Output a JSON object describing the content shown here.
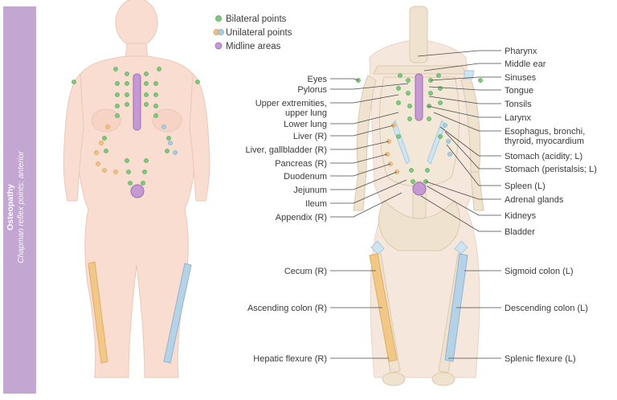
{
  "sidebar": {
    "title": "Osteopathy",
    "subtitle": "Chapman reflex points: anterior"
  },
  "legend": [
    {
      "label": "Bilateral points",
      "color": "#7ec87e"
    },
    {
      "label": "Unilateral points",
      "color": "#f0c080"
    },
    {
      "label": "Midline areas",
      "color": "#b07cc0"
    }
  ],
  "colors": {
    "bilateral": "#7ec87e",
    "unilateral_orange": "#f0c080",
    "unilateral_blue": "#a9cce3",
    "midline": "#b07cc0",
    "skin": "#f9ddd0",
    "skin_outline": "#ecc7b6",
    "bone": "#efe2cf",
    "cartilage": "#cfe4f1",
    "colon_right": "#f2c889",
    "colon_left": "#b5d2e6"
  },
  "labels_left": [
    "Eyes",
    "Pylorus",
    "Upper extremities,",
    "upper lung",
    "Lower lung",
    "Liver (R)",
    "Liver, gallbladder (R)",
    "Pancreas (R)",
    "Duodenum",
    "Jejunum",
    "Ileum",
    "Appendix (R)",
    "Cecum (R)",
    "Ascending colon (R)",
    "Hepatic flexure (R)"
  ],
  "labels_right": [
    "Pharynx",
    "Middle ear",
    "Sinuses",
    "Tongue",
    "Tonsils",
    "Larynx",
    "Esophagus, bronchi,",
    "thyroid, myocardium",
    "Stomach (acidity; L)",
    "Stomach (peristalsis; L)",
    "Spleen (L)",
    "Adrenal glands",
    "Kidneys",
    "Bladder",
    "Sigmoid colon (L)",
    "Descending colon (L)",
    "Splenic flexure (L)"
  ]
}
